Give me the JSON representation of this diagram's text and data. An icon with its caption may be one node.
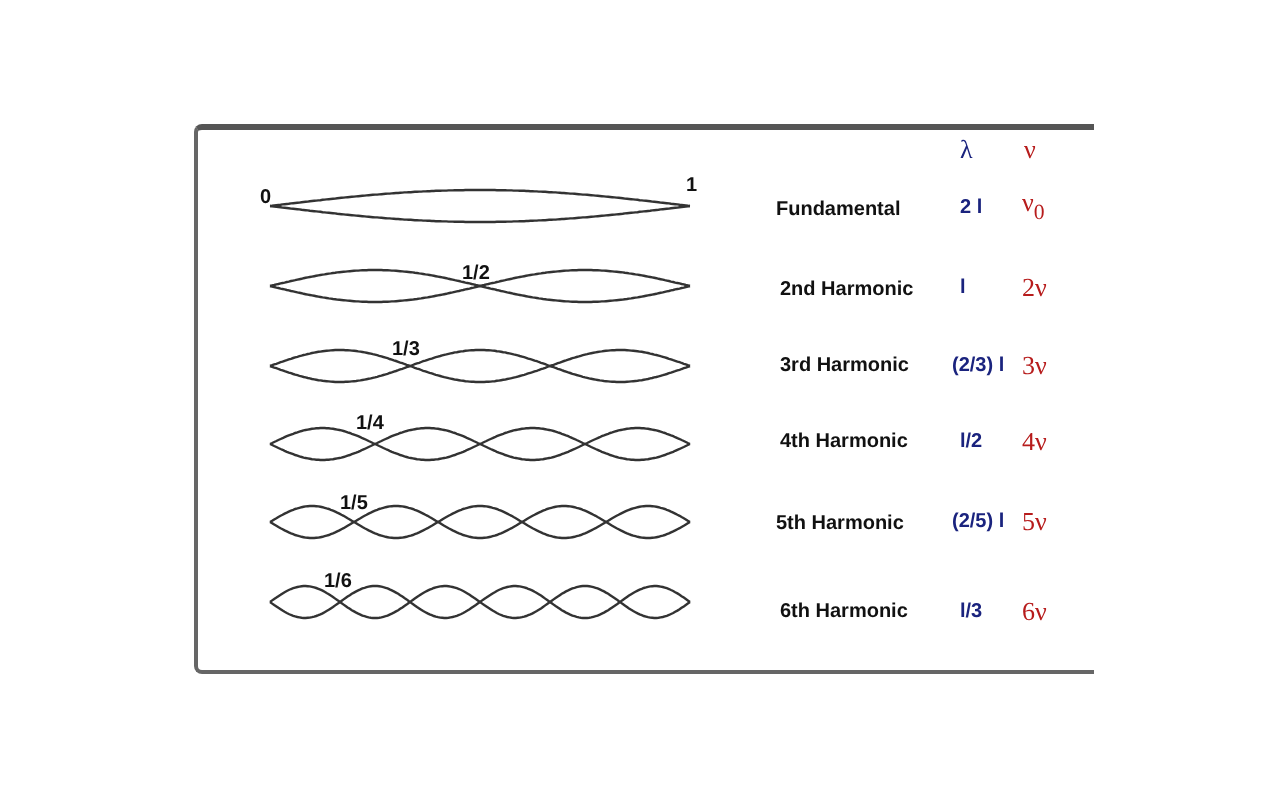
{
  "diagram": {
    "labels": [
      "λ",
      "ν",
      "0",
      "1",
      "Fundamental",
      "2 l",
      "ν$_{0}$",
      "1/2",
      "2nd Harmonic",
      "l",
      "2ν",
      "1/3",
      "3rd Harmonic",
      "(2/3) l",
      "3ν",
      "1/4",
      "4th Harmonic",
      "l/2",
      "4ν",
      "1/5",
      "5th Harmonic",
      "(2/5) l",
      "5ν",
      "1/6",
      "6th Harmonic",
      "l/3",
      "6ν"
    ]
  }
}
